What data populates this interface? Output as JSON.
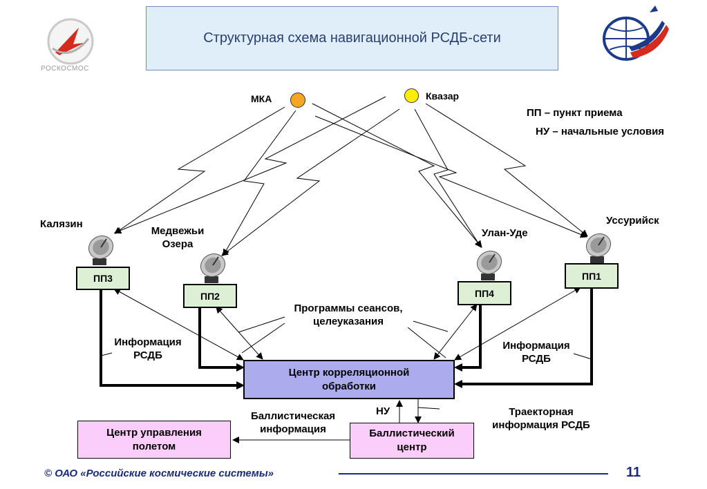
{
  "header": {
    "title": "Структурная схема навигационной РСДБ-сети",
    "left_logo_text": "РОСКОСМОС"
  },
  "sources": {
    "mka": "МКА",
    "quasar": "Квазар"
  },
  "legend": {
    "pp": "ПП – пункт приема",
    "nu": "НУ – начальные условия"
  },
  "stations": {
    "kalyazin": {
      "name": "Калязин",
      "box": "ПП3"
    },
    "medvezhi": {
      "name_line1": "Медвежьи",
      "name_line2": "Озера",
      "box": "ПП2"
    },
    "ulan_ude": {
      "name": "Улан-Уде",
      "box": "ПП4"
    },
    "ussuriysk": {
      "name": "Уссурийск",
      "box": "ПП1"
    }
  },
  "labels": {
    "programs_line1": "Программы сеансов,",
    "programs_line2": "целеуказания",
    "info_left_line1": "Информация",
    "info_left_line2": "РСДБ",
    "info_right_line1": "Информация",
    "info_right_line2": "РСДБ",
    "ballistic_info_line1": "Баллистическая",
    "ballistic_info_line2": "информация",
    "nu": "НУ",
    "traj_line1": "Траекторная",
    "traj_line2": "информация РСДБ"
  },
  "boxes": {
    "correlation_line1": "Центр корреляционной",
    "correlation_line2": "обработки",
    "flight_control_line1": "Центр управления",
    "flight_control_line2": "полетом",
    "ballistic_center_line1": "Баллистический",
    "ballistic_center_line2": "центр"
  },
  "footer": {
    "copyright": "© ОАО «Российские космические системы»",
    "page_number": "11"
  },
  "colors": {
    "title_bg": "#dfeef9",
    "station_bg": "#ddf0d6",
    "correlation_bg": "#ababee",
    "pink_bg": "#fbcdfa",
    "source_fill": "#f5a623",
    "quasar_fill": "#ffee00",
    "footer_line": "#1a2a8a"
  }
}
